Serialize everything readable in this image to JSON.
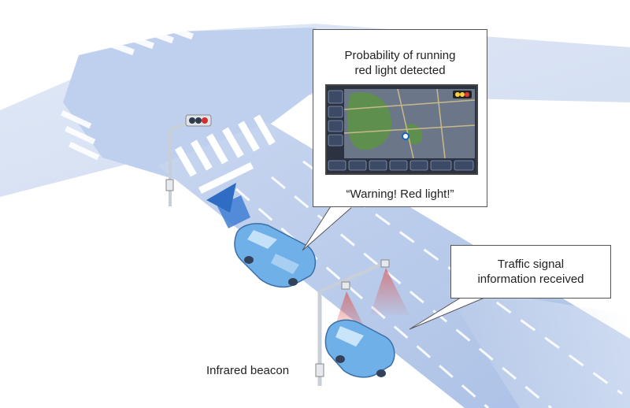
{
  "callouts": {
    "main_line1": "Probability of running",
    "main_line2": "red light detected",
    "main_quote": "“Warning! Red light!”",
    "right_line1": "Traffic signal",
    "right_line2": "information received"
  },
  "labels": {
    "beacon": "Infrared beacon"
  },
  "colors": {
    "road": "#b9cbe8",
    "road_edge": "#8fa8d2",
    "arrow": "#3f7fd4",
    "car": "#6fb0e8",
    "beam": "#d9534f"
  }
}
